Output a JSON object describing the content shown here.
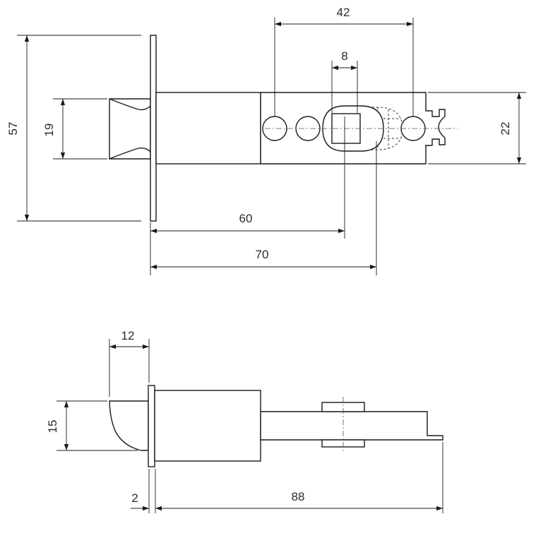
{
  "dimensions": {
    "d42": "42",
    "d8": "8",
    "d57": "57",
    "d19": "19",
    "d22": "22",
    "d60": "60",
    "d70": "70",
    "d12": "12",
    "d15": "15",
    "d2": "2",
    "d88": "88"
  }
}
